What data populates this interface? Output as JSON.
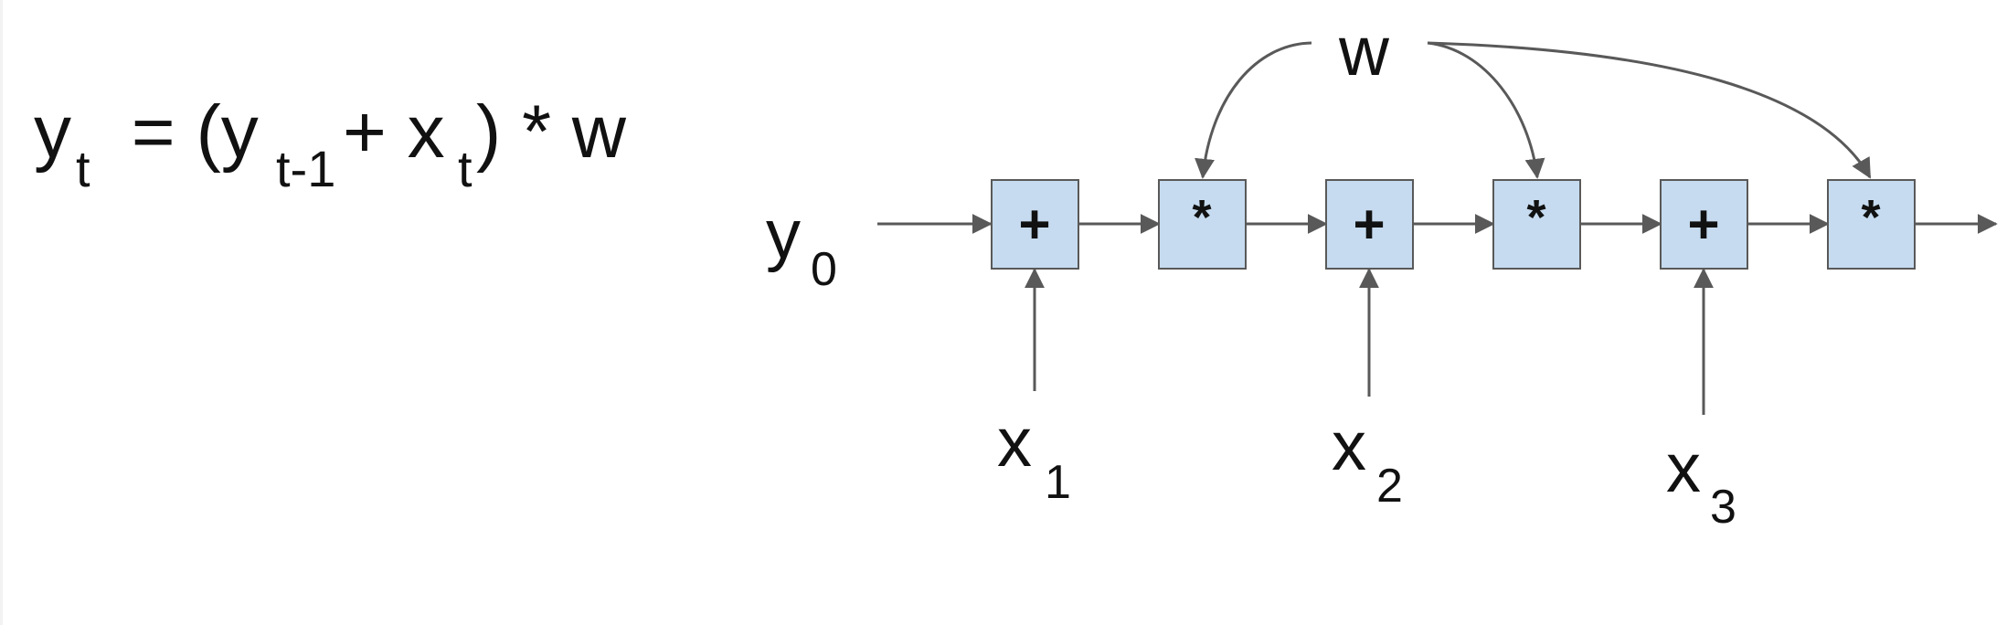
{
  "equation": {
    "y": "y",
    "y_sub": "t",
    "eq_open": " = (y",
    "y_prev_sub": "t-1",
    "plus_x": "+ x",
    "x_sub": "t",
    "tail": ") * w"
  },
  "diagram": {
    "initial": {
      "base": "y",
      "sub": "0"
    },
    "weight": "w",
    "ops": [
      "+",
      "*",
      "+",
      "*",
      "+",
      "*"
    ],
    "inputs": [
      {
        "base": "x",
        "sub": "1"
      },
      {
        "base": "x",
        "sub": "2"
      },
      {
        "base": "x",
        "sub": "3"
      }
    ]
  },
  "colors": {
    "node_fill": "#c6dbef",
    "line": "#595959",
    "text": "#111111"
  }
}
